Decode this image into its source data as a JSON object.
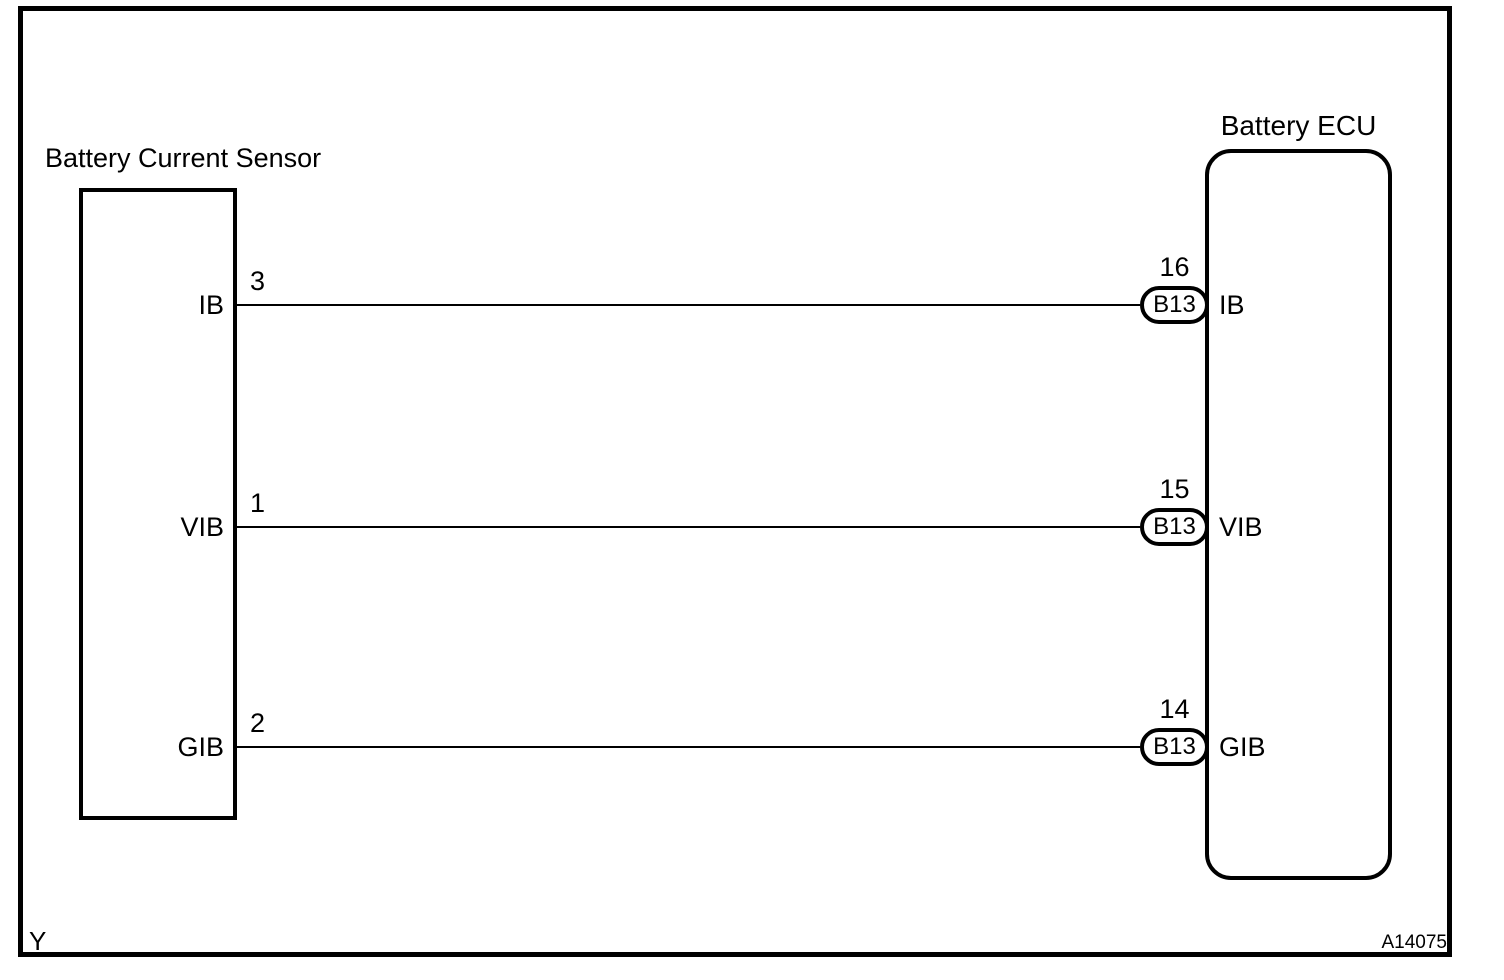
{
  "diagram": {
    "type": "wiring-diagram",
    "colors": {
      "line": "#000000",
      "background": "#ffffff"
    },
    "sensor": {
      "title": "Battery Current Sensor",
      "pins": [
        {
          "label": "IB",
          "number": "3"
        },
        {
          "label": "VIB",
          "number": "1"
        },
        {
          "label": "GIB",
          "number": "2"
        }
      ]
    },
    "ecu": {
      "title": "Battery ECU",
      "pins": [
        {
          "connector": "B13",
          "number": "16",
          "label": "IB"
        },
        {
          "connector": "B13",
          "number": "15",
          "label": "VIB"
        },
        {
          "connector": "B13",
          "number": "14",
          "label": "GIB"
        }
      ]
    },
    "footer": {
      "left_mark": "Y",
      "right_code": "A14075"
    }
  }
}
